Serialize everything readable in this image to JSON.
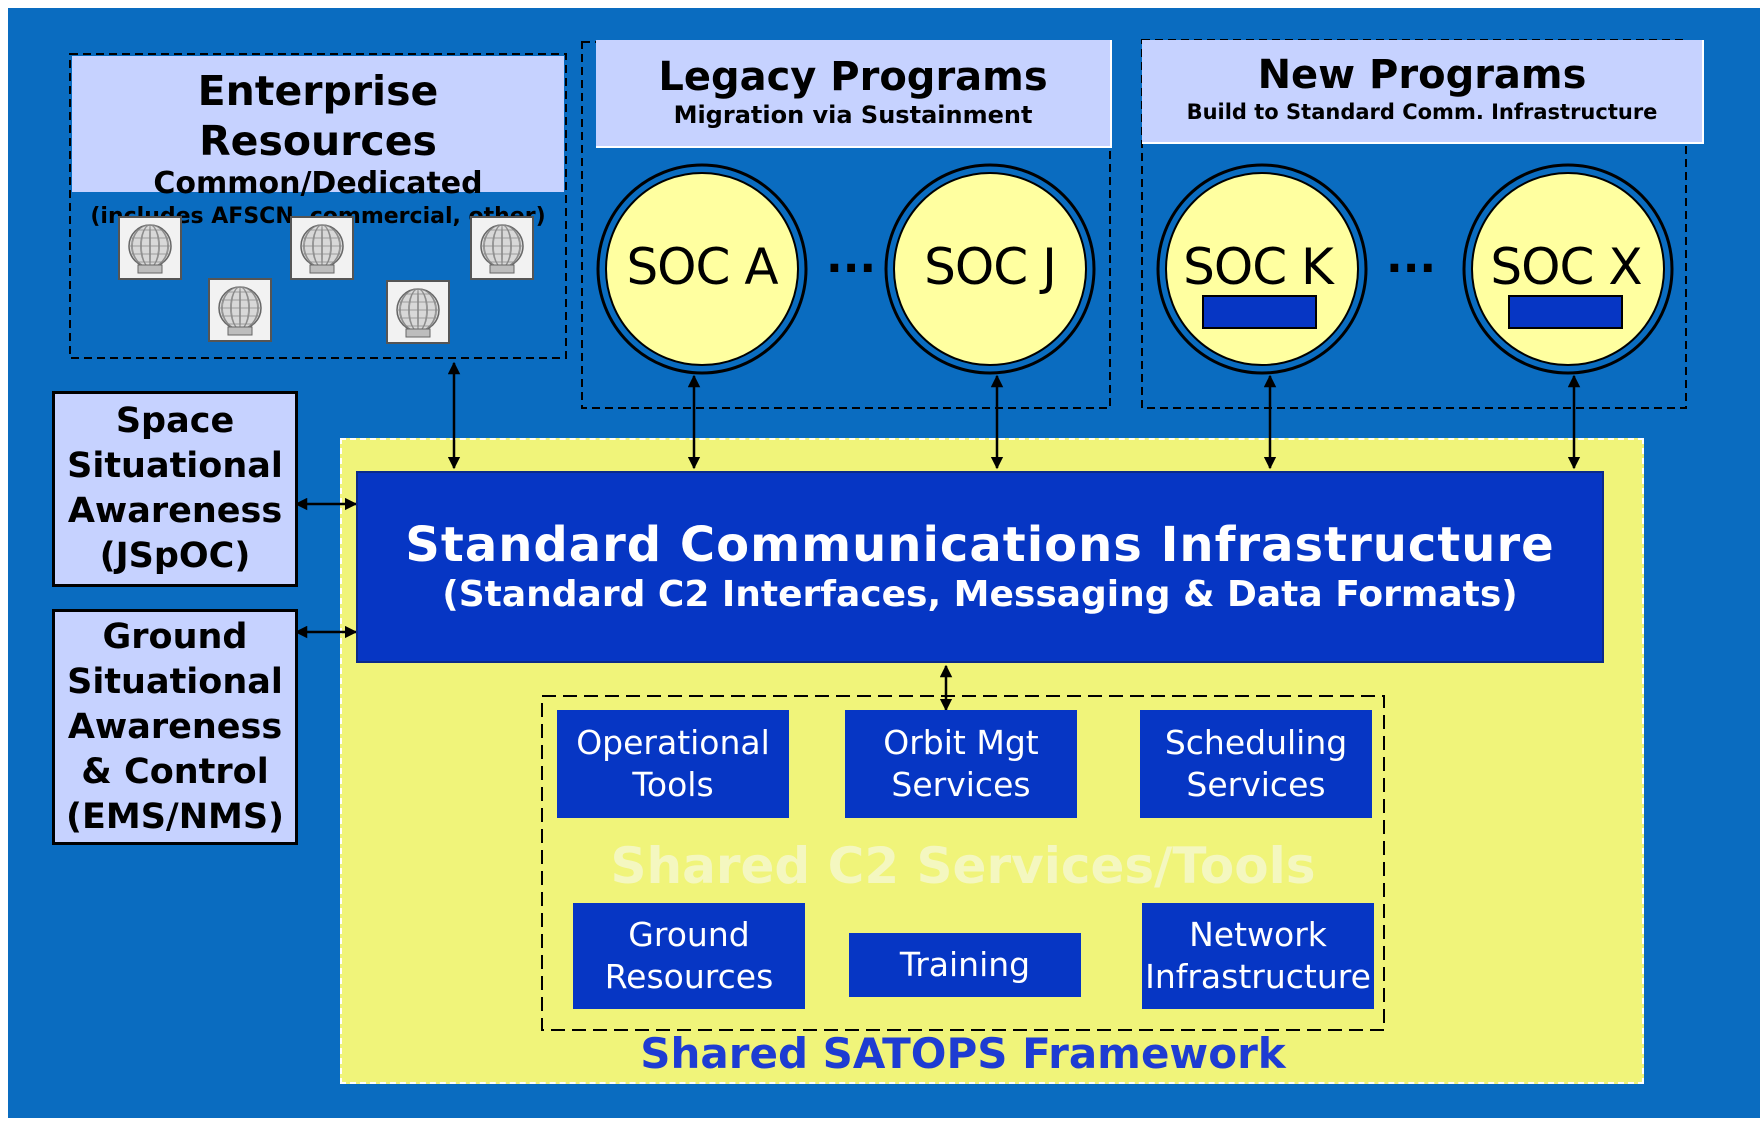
{
  "enterprise": {
    "title": "Enterprise Resources",
    "subtitle": "Common/Dedicated",
    "note": "(includes AFSCN, commercial, other)",
    "antenna_icon": "radome-antenna-icon"
  },
  "legacy": {
    "title": "Legacy Programs",
    "subtitle": "Migration via Sustainment",
    "soc_left": "SOC A",
    "soc_right": "SOC J",
    "ellipsis": "..."
  },
  "new_programs": {
    "title": "New Programs",
    "subtitle": "Build to Standard Comm. Infrastructure",
    "soc_left": "SOC K",
    "soc_right": "SOC X",
    "ellipsis": "..."
  },
  "side": {
    "space": [
      "Space",
      "Situational",
      "Awareness",
      "(JSpOC)"
    ],
    "ground": [
      "Ground",
      "Situational",
      "Awareness",
      "& Control",
      "(EMS/NMS)"
    ]
  },
  "sci": {
    "title": "Standard Communications Infrastructure",
    "subtitle": "(Standard C2 Interfaces, Messaging & Data Formats)"
  },
  "services": {
    "operational_tools": [
      "Operational",
      "Tools"
    ],
    "orbit_mgt": [
      "Orbit Mgt",
      "Services"
    ],
    "scheduling": [
      "Scheduling",
      "Services"
    ],
    "group_label": "Shared C2 Services/Tools",
    "ground_resources": [
      "Ground",
      "Resources"
    ],
    "training": "Training",
    "network_infrastructure": [
      "Network",
      "Infrastructure"
    ]
  },
  "framework_label": "Shared SATOPS Framework",
  "colors": {
    "background": "#0a6cc0",
    "header_fill": "#c6d2ff",
    "soc_fill": "#ffffa0",
    "framework_fill": "#f0f47a",
    "service_box": "#0636c4",
    "framework_text": "#1e3cd2"
  }
}
